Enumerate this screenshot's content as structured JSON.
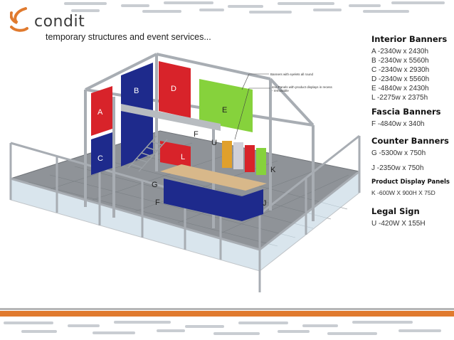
{
  "brand": {
    "name": "condit",
    "accent": "#e07a2e"
  },
  "subtitle": "temporary structures and event services...",
  "figure": {
    "labels": [
      "A",
      "B",
      "C",
      "D",
      "E",
      "F",
      "F",
      "G",
      "J",
      "K",
      "L",
      "U"
    ],
    "callouts": [
      "Banners with eyelets all round",
      "4no Panels with product displays in recess - removable"
    ]
  },
  "specs": {
    "interior": {
      "heading": "Interior Banners",
      "items": [
        "A -2340w x 2430h",
        "B -2340w x 5560h",
        "C -2340w x 2930h",
        "D -2340w x 5560h",
        "E -4840w x 2430h",
        "L -2275w x 2375h"
      ]
    },
    "fascia": {
      "heading": "Fascia Banners",
      "items": [
        "F -4840w x 340h"
      ]
    },
    "counter": {
      "heading": "Counter Banners",
      "items": [
        "G -5300w x 750h",
        "J -2350w x 750h"
      ]
    },
    "product": {
      "heading": "Product Display Panels",
      "items": [
        "K -600W X 900H X 75D"
      ]
    },
    "legal": {
      "heading": "Legal Sign",
      "items": [
        "U -420W X 155H"
      ]
    }
  },
  "colors": {
    "structure": "#a8adb3",
    "floor": "#8f9398",
    "banner_red": "#d8232a",
    "banner_blue": "#1e2a8c",
    "banner_green": "#86d23c"
  }
}
